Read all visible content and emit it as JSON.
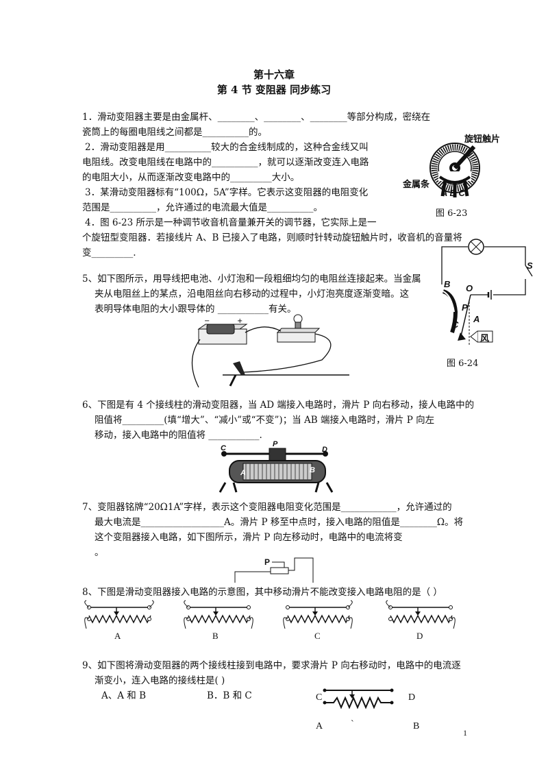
{
  "header": {
    "chapter": "第十六章",
    "section": "第 4 节  变阻器    同步练习"
  },
  "q1": {
    "line1": "1．滑动变阻器主要是由金属杆、________、________、________等部分构成，密绕在",
    "line2": "瓷筒上的每圈电阻线之间都是__________的。"
  },
  "q2": {
    "line1": "2．滑动变阻器是用__________较大的合金线制成的，这种合金线又叫",
    "line2": "电阻线。改变电阻线在电路中的__________，就可以逐渐改变连入电路",
    "line3": "的电阻大小，从而逐渐改变电路中的_________大小。"
  },
  "q3": {
    "line1": "3．某滑动变阻器标有“100Ω，5A”字样。它表示这变阻器的电阻变化",
    "line2": "范围是__________，允许通过的电流最大值是__________。"
  },
  "q4": {
    "line1": "4．图 6-23 所示是一种调节收音机音量兼开关的调节器，它实际上是一",
    "line2": "个旋钮型变阻器．若接线片 A、B 已接入了电路，则顺时针转动旋钮触片时，收音机的音量将",
    "line3": "变_________."
  },
  "fig623": {
    "label_knob": "旋钮触片",
    "label_strip": "金属条",
    "abc": "A B C",
    "caption": "图 6-23"
  },
  "q5": {
    "line1": "5、如下图所示，用导线把电池、小灯泡和一段粗细均匀的电阻丝连接起来。当金属",
    "line2": "夹从电阻丝上的某点，沿电阻丝向右移动的过程中，小灯泡亮度逐渐变暗。这",
    "line3": "表明导体电阻的大小跟导体的 ___________有关。"
  },
  "fig624": {
    "S": "S",
    "B": "B",
    "O": "O",
    "P": "P",
    "A": "A",
    "C": "C",
    "wind": "风",
    "caption": "图 6-24"
  },
  "q6": {
    "line1": "6、下图是有 4 个接线柱的滑动变阻器，当 AD 端接入电路时，滑片 P 向右移动，接人电路中的",
    "line2": "阻值将_________(填“增大”、“减小”或“不变”)；当 AB 端接入电路时，滑片 P 向左",
    "line3": "移动，接入电路中的阻值将 ___________."
  },
  "rheostat": {
    "C": "C",
    "P": "P",
    "D": "D",
    "A": "A",
    "B": "B"
  },
  "q7": {
    "line1": "7、变阻器铭牌“20Ω1A”字样，表示这个变阻器电阻变化范围是____________，允许通过的",
    "line2": "最大电流是__________________A。滑片 P 移至中点时，接入电路的阻值是________Ω。将",
    "line3": "这个变阻器接入电路，如下图所示，滑片 P 向左移动时，电路中的电流将变",
    "line4": "。",
    "fig_P": "P"
  },
  "q8": {
    "line1": "8、下图是滑动变阻器接入电路的示意图，其中移动滑片不能改变接入电路电阻的是（     ）",
    "options": [
      "A",
      "B",
      "C",
      "D"
    ]
  },
  "q9": {
    "line1": "9、如下图将滑动变阻器的两个接线柱接到电路中，要求滑片 P 向右移动时，电路中的电流逐",
    "line2": "渐变小，连入电路的接线柱是(      )",
    "optA": "A、A 和 B",
    "optB": "B．B 和 C",
    "fig_C": "C",
    "fig_D": "D",
    "fig_A": "A",
    "fig_tick": "`",
    "fig_B": "B"
  },
  "page_number": "1"
}
